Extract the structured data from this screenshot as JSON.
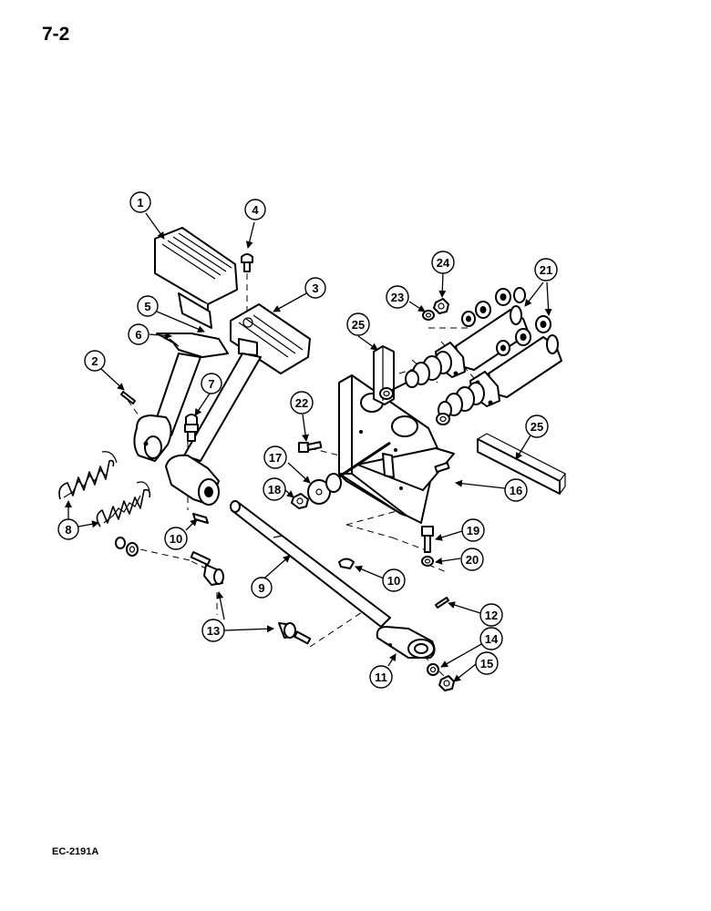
{
  "page_number": "7-2",
  "figure_code": "EC-2191A",
  "callouts": [
    "1",
    "2",
    "3",
    "4",
    "5",
    "6",
    "7",
    "8",
    "9",
    "10",
    "10",
    "11",
    "12",
    "13",
    "14",
    "15",
    "16",
    "17",
    "18",
    "19",
    "20",
    "21",
    "22",
    "23",
    "24",
    "25",
    "25"
  ],
  "icons": [
    "brake-pedal-assembly",
    "master-cylinder",
    "pedal-shaft",
    "return-spring"
  ]
}
